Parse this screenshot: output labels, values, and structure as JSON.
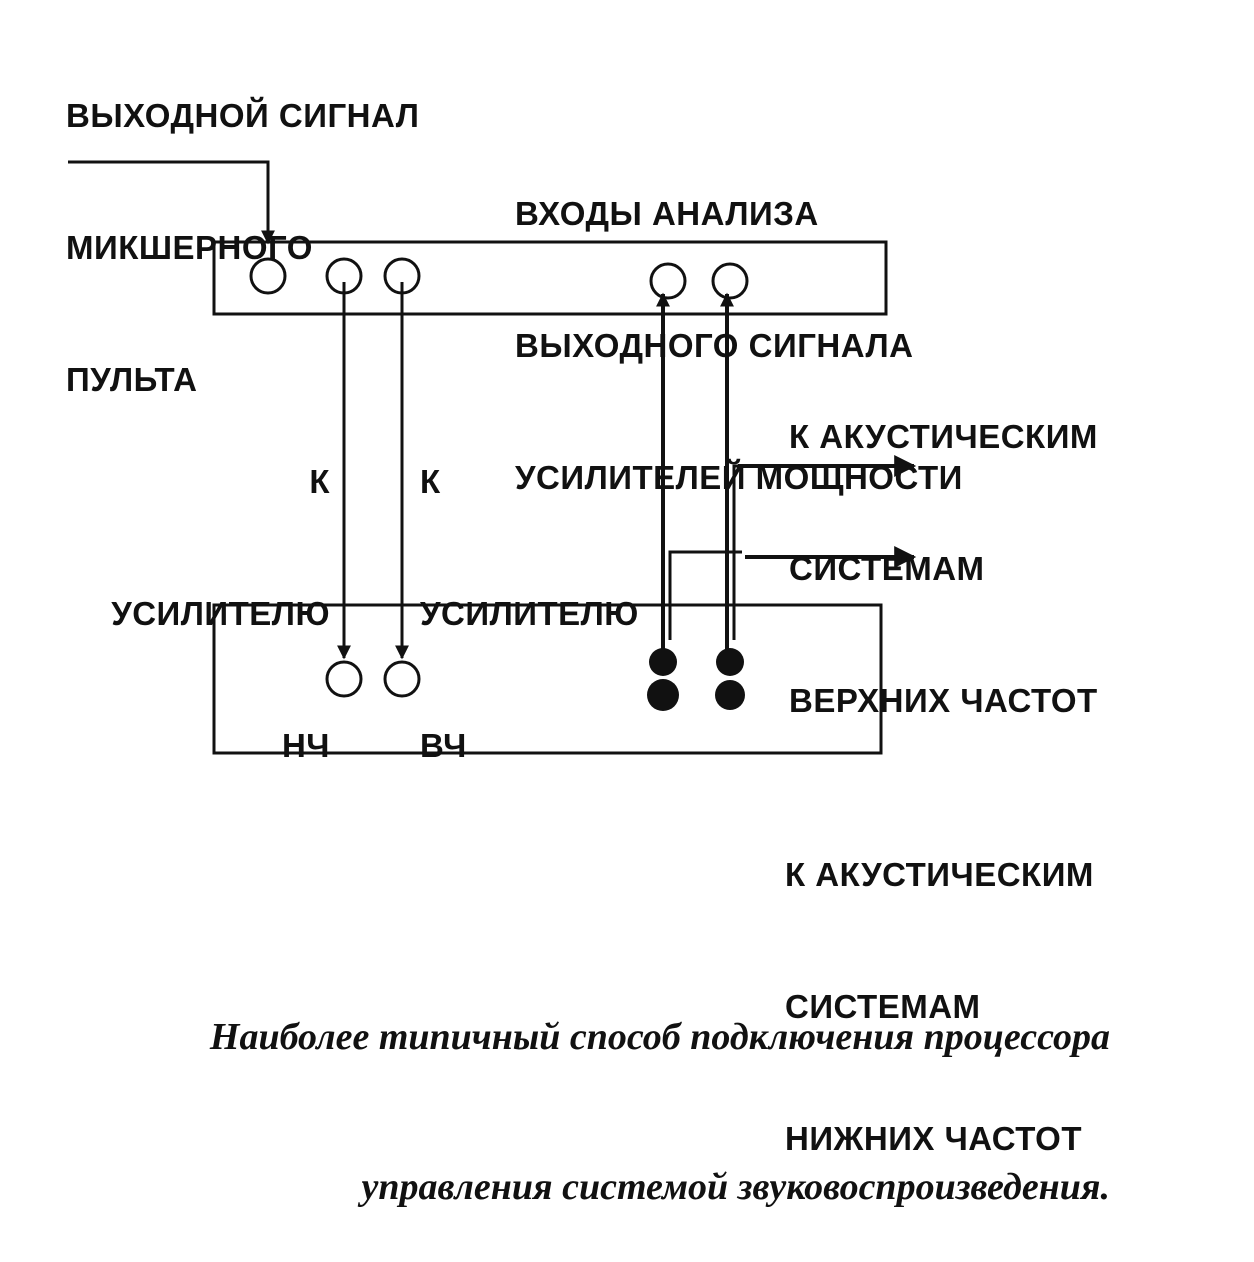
{
  "labels": {
    "mixer_output": [
      "ВЫХОДНОЙ СИГНАЛ",
      "МИКШЕРНОГО",
      "ПУЛЬТА"
    ],
    "analysis_inputs": [
      "ВХОДЫ АНАЛИЗА",
      "ВЫХОДНОГО СИГНАЛА",
      "УСИЛИТЕЛЕЙ МОЩНОСТИ"
    ],
    "to_lf_amp": [
      "К",
      "УСИЛИТЕЛЮ",
      "НЧ"
    ],
    "to_hf_amp": [
      "К",
      "УСИЛИТЕЛЮ",
      "ВЧ"
    ],
    "to_hf_speakers": [
      "К АКУСТИЧЕСКИМ",
      "СИСТЕМАМ",
      "ВЕРХНИХ ЧАСТОТ"
    ],
    "to_lf_speakers": [
      "К АКУСТИЧЕСКИМ",
      "СИСТЕМАМ",
      "НИЖНИХ ЧАСТОТ"
    ]
  },
  "caption": [
    "Наиболее типичный способ подключения процессора",
    "управления системой звуковоспроизведения."
  ]
}
